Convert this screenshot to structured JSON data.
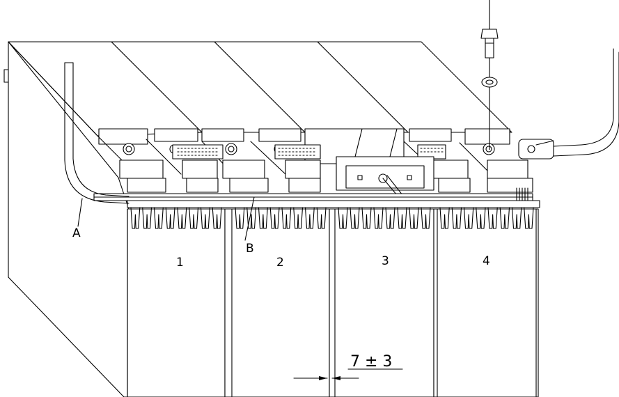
{
  "labels": {
    "cable_a": "A",
    "connector_b": "B",
    "cell_1": "1",
    "cell_2": "2",
    "cell_3": "3",
    "cell_4": "4",
    "gap_dimension": "7 ± 3"
  }
}
